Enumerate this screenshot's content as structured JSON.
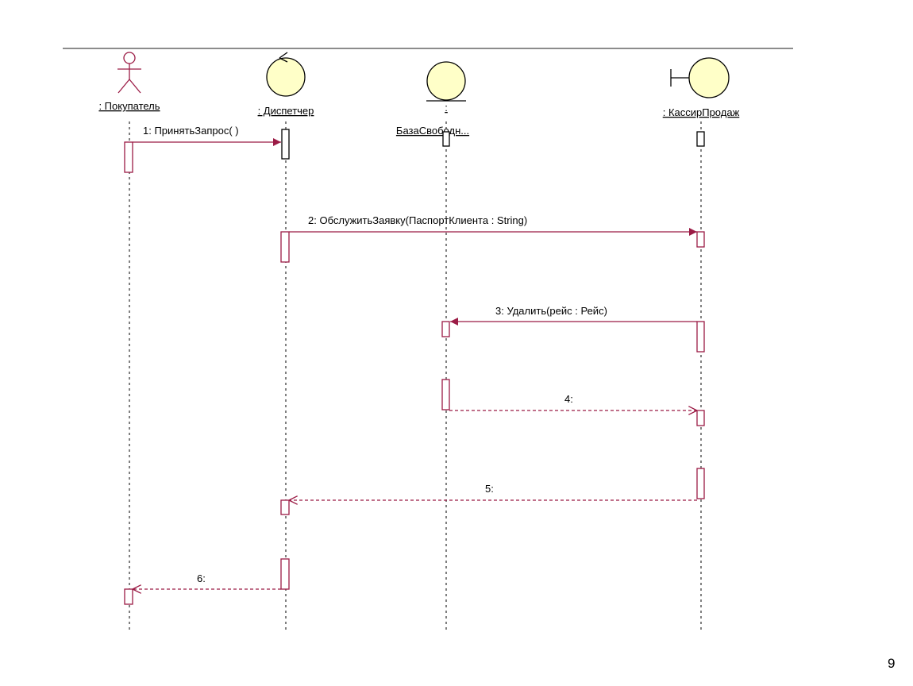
{
  "colors": {
    "accent": "#9b1b45",
    "object_fill": "#ffffc8",
    "line": "#000000",
    "rule": "#8c8c8c"
  },
  "objects": [
    {
      "label": ": Покупатель",
      "icon": "actor-icon"
    },
    {
      "label": ": Диспетчер",
      "icon": "control-icon"
    },
    {
      "label_line1": ":",
      "label_line2": "БазаСвободн...",
      "icon": "entity-icon"
    },
    {
      "label": ": КассирПродаж",
      "icon": "boundary-icon"
    }
  ],
  "messages": [
    {
      "label": "1: ПринятьЗапрос( )"
    },
    {
      "label": "2: ОбслужитьЗаявку(ПаспортКлиента : String)"
    },
    {
      "label": "3: Удалить(рейс : Рейс)"
    },
    {
      "label": "4:"
    },
    {
      "label": "5:"
    },
    {
      "label": "6:"
    }
  ],
  "page_number": "9"
}
